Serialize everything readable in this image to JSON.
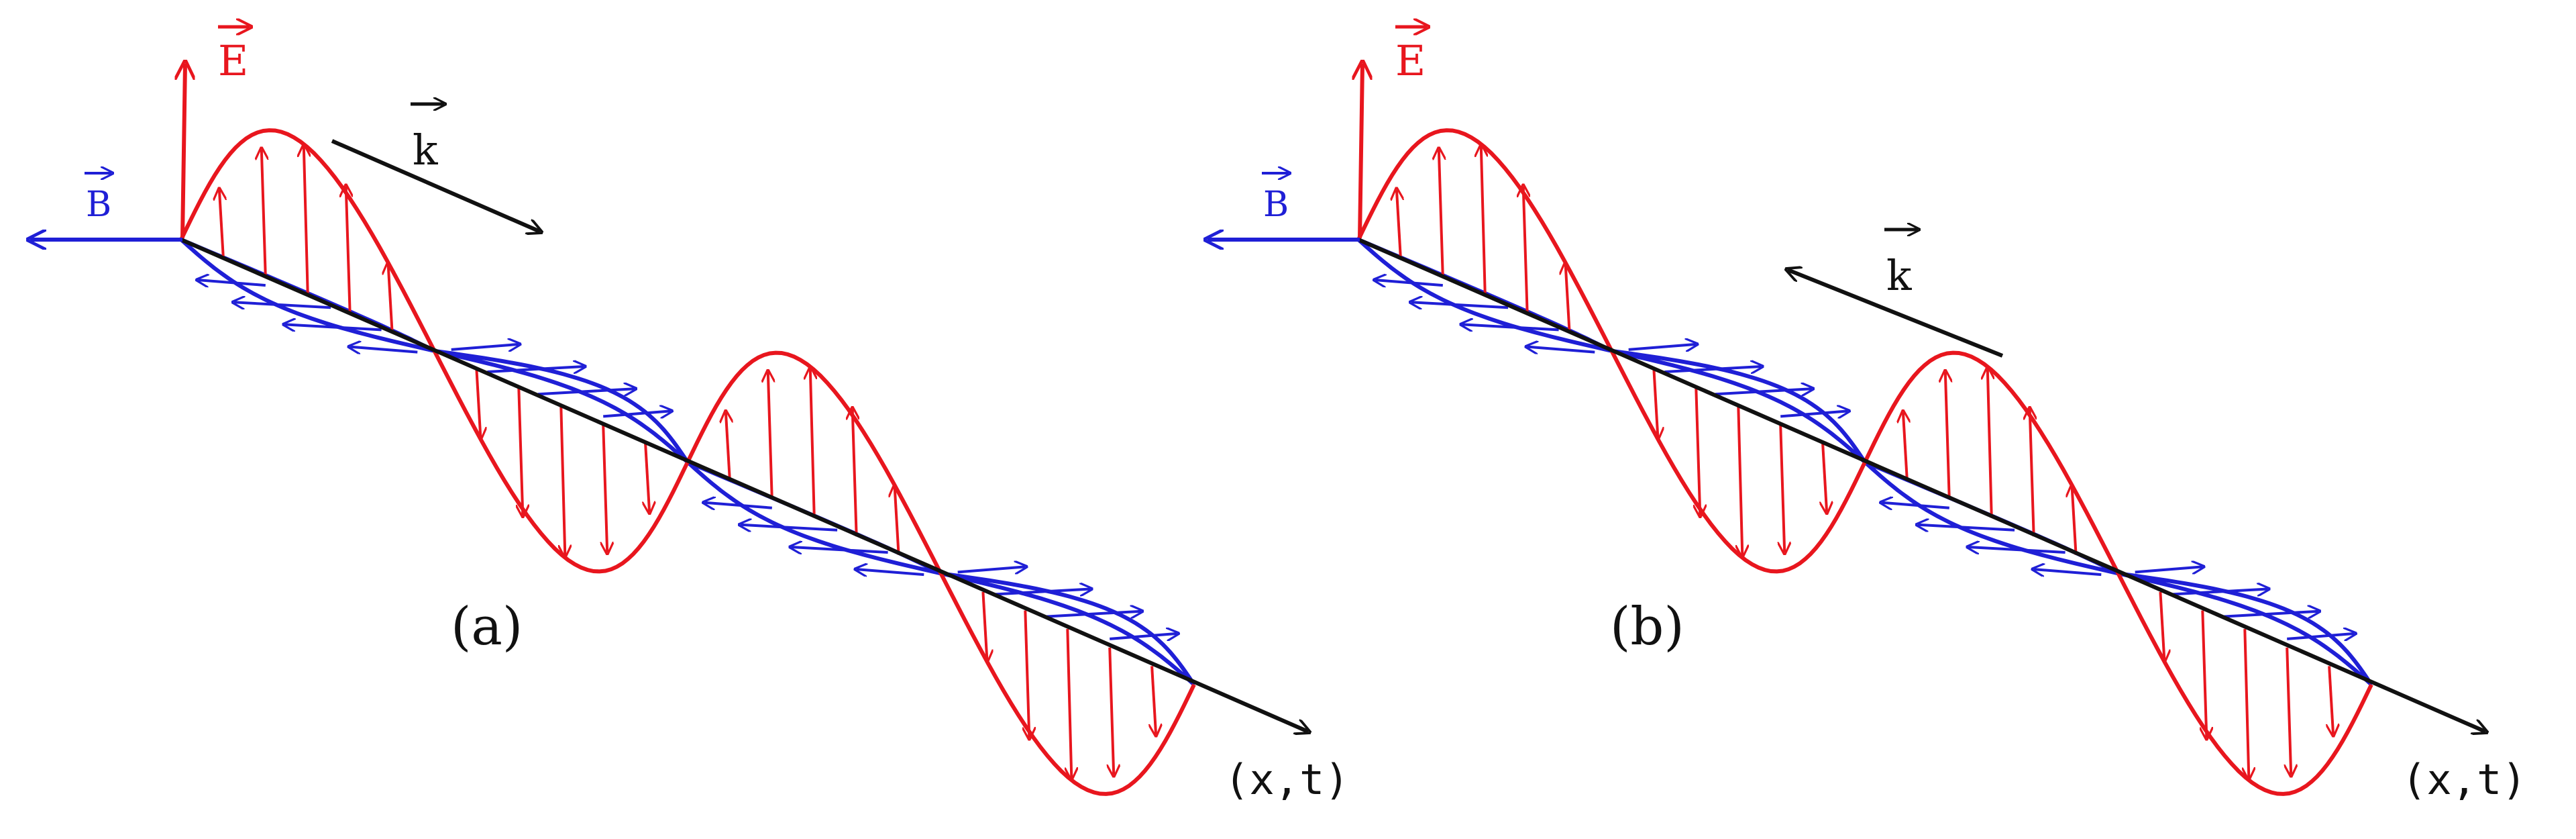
{
  "colors": {
    "e_field": "#e8161e",
    "b_field": "#1f1fd6",
    "axis": "#111111"
  },
  "panels": [
    {
      "id": "a",
      "caption": "(a)",
      "e_label": "E",
      "b_label": "B",
      "k_label": "k",
      "axis_label": "(x,t)",
      "k_direction": "forward"
    },
    {
      "id": "b",
      "caption": "(b)",
      "e_label": "E",
      "b_label": "B",
      "k_label": "k",
      "axis_label": "(x,t)",
      "k_direction": "backward"
    }
  ]
}
